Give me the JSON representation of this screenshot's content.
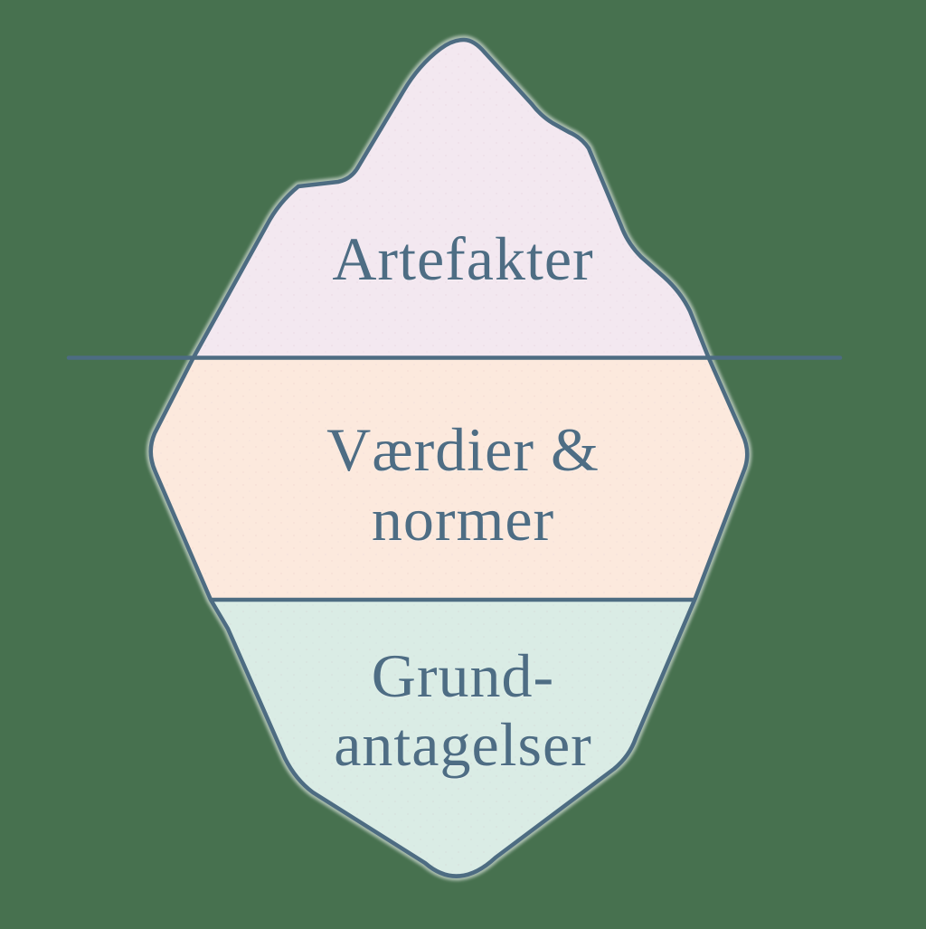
{
  "diagram": {
    "type": "iceberg-culture-model",
    "background_color": "#47714F",
    "outline_color": "#4D6C82",
    "halo_color": "#FFFFFF",
    "text_color": "#4E6D84",
    "waterline_color": "#4D6C82",
    "sections": [
      {
        "name": "above-waterline",
        "label": "Artefakter",
        "lines": [
          "Artefakter"
        ],
        "fill": "#F3E8F0"
      },
      {
        "name": "at-waterline",
        "label": "Værdier & normer",
        "lines": [
          "Værdier &",
          "normer"
        ],
        "fill": "#FCE9DD"
      },
      {
        "name": "below-waterline",
        "label": "Grund-antagelser",
        "lines": [
          "Grund-",
          "antagelser"
        ],
        "fill": "#DAECE5"
      }
    ]
  }
}
